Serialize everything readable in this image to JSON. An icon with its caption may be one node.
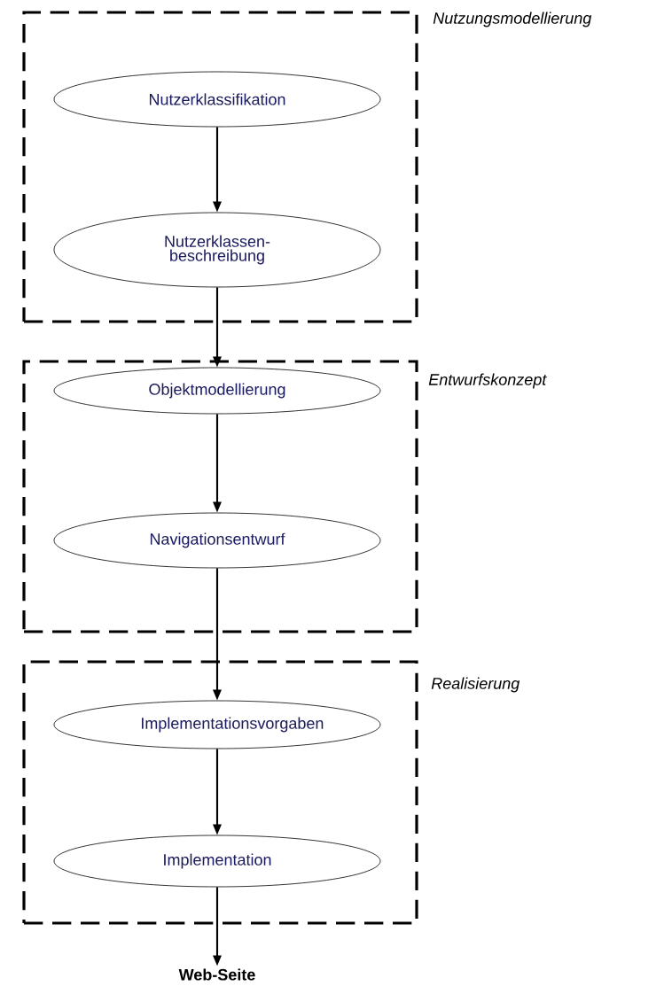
{
  "diagram": {
    "nodes": [
      {
        "text": [
          "Nutzungsmodellierung"
        ]
      },
      {
        "text": [
          "Nutzerklassifikation"
        ],
        "in": 0
      },
      {
        "text": [
          "Nutzerklassen- beschreibung"
        ],
        "in": 0
      },
      {
        "text": [
          "Entwurfskonzept"
        ]
      },
      {
        "text": [
          "Objektmodellierung"
        ],
        "in": 3
      },
      {
        "text": [
          "Navigationsentwurf"
        ],
        "in": 3
      },
      {
        "text": [
          "Realisierung"
        ]
      },
      {
        "text": [
          "Implementationsvorgaben"
        ],
        "in": 6
      },
      {
        "text": [
          "Implementation"
        ],
        "in": 6
      },
      {
        "text": [
          "Web-Seite"
        ]
      }
    ],
    "edges": [
      {
        "from": 1,
        "to": 2,
        "arrow": "to"
      },
      {
        "from": 2,
        "to": 4,
        "arrow": "to"
      },
      {
        "from": 4,
        "to": 5,
        "arrow": "to"
      },
      {
        "from": 5,
        "to": 7,
        "arrow": "to"
      },
      {
        "from": 7,
        "to": 8,
        "arrow": "to"
      },
      {
        "from": 8,
        "to": 9,
        "arrow": "to"
      }
    ]
  }
}
